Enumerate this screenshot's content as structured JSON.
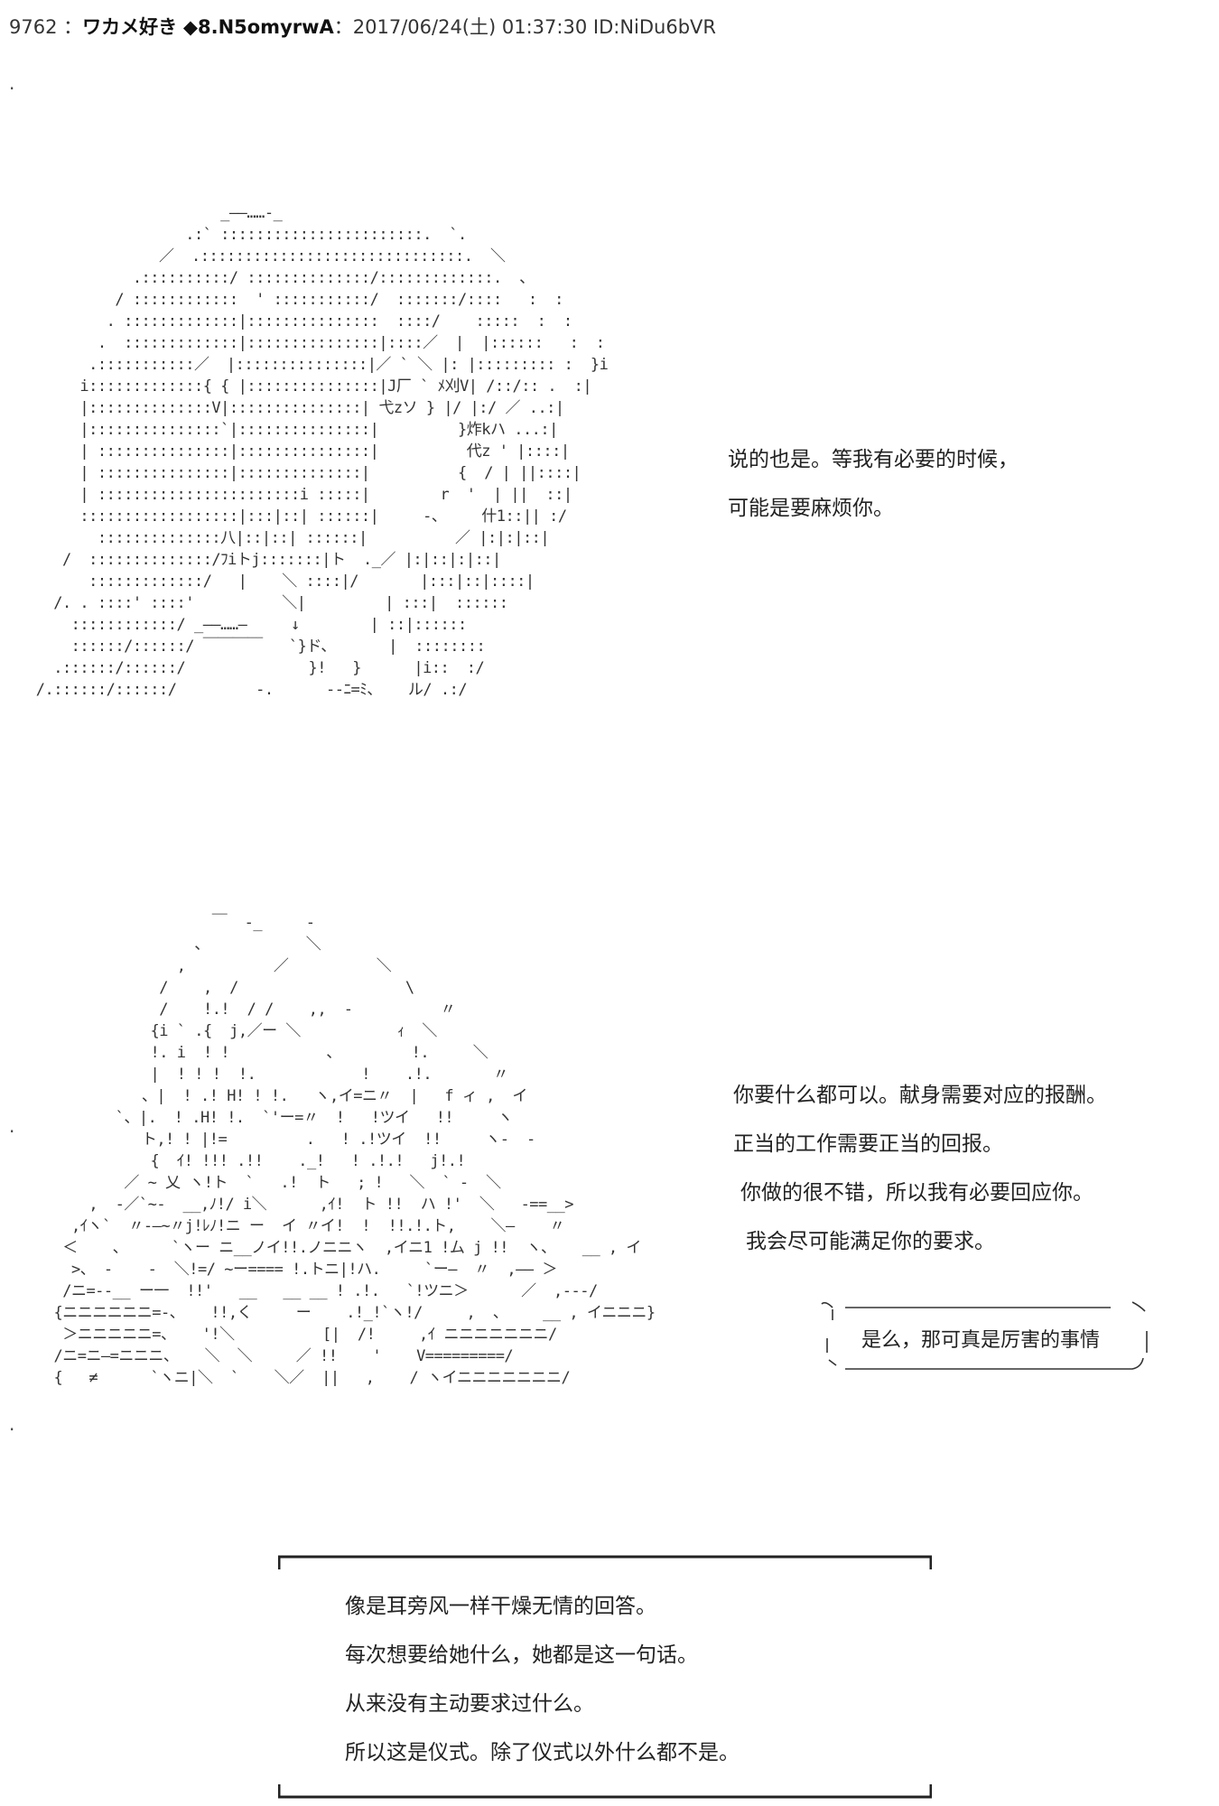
{
  "post": {
    "number": "9762",
    "name": "ワカメ好き",
    "trip": "◆8.N5omyrwA",
    "datetime": "2017/06/24(土) 01:37:30",
    "id": "ID:NiDu6bVR"
  },
  "dialog_1": [
    "说的也是。等我有必要的时候，",
    "可能是要麻烦你。"
  ],
  "dialog_2": [
    "你要什么都可以。献身需要对应的报酬。",
    "正当的工作需要正当的回报。",
    "你做的很不错，所以我有必要回应你。",
    "我会尽可能满足你的要求。"
  ],
  "reply_bubble": "是么，那可真是厉害的事情",
  "narration": [
    "像是耳旁风一样干燥无情的回答。",
    "每次想要给她什么，她都是这一句话。",
    "从来没有主动要求过什么。",
    "所以这是仪式。除了仪式以外什么都不是。"
  ],
  "ascii_art_1": "                      _——……-_\n                  .:` :::::::::::::::::::::::.  `.\n               ／  .::::::::::::::::::::::::::::::.  ＼\n            .::::::::::/ ::::::::::::::/:::::::::::::.  、\n          / ::::::::::::  ' :::::::::::/  :::::::/::::   :  :\n         . :::::::::::::|:::::::::::::::  ::::/    :::::  :  :\n        .  :::::::::::::|:::::::::::::::|::::／  |  |::::::   :  :\n       .:::::::::::／  |:::::::::::::::|／ ` ＼ |: |::::::::: :  }i\n      i:::::::::::::{ { |:::::::::::::::|J厂 ` ﾒ刈V| /::/:: .  :|\n      |::::::::::::::V|:::::::::::::::| 弋zソ } |/ |:/ ／ ..:|\n      |:::::::::::::::`|:::::::::::::::|         }炸kハ ...:|\n      | :::::::::::::::|:::::::::::::::|          代z ' |::::|\n      | :::::::::::::::|::::::::::::::|          {  / | ||::::|\n      | :::::::::::::::::::::::i :::::|        r  '  | ||  ::|\n      ::::::::::::::::::|:::|::| ::::::|     -、    什1::|| :/\n        ::::::::::::::八|::|::| ::::::|          ／ |:|:|::|\n    /  ::::::::::::::/ﾌiトj:::::::|ト  ._／ |:|::|:|::|\n       :::::::::::::/   |    ＼ ::::|/       |:::|::|::::|\n   /. . ::::' ::::'          ＼|         | :::|  ::::::\n     ::::::::::::/ _——……—     ↓        | ::|::::::\n     ::::::/::::::/ ￣￣￣￣   `}ド、      |  ::::::::\n   .::::::/::::::/              }!   }      |i::  :/\n /.::::::/::::::/         -.      --ﾆ=ﾐ、   ル/ .:/",
  "ascii_art_2": "                    ￣  -_     -\n                  、           ＼\n                ,          ／          ＼\n              /    ,  /                   \\\n              /    !.!  / /    ,,  -          〃\n             {i ` .{  j,／ー ＼           ｨ  ＼\n             !. i  ! !           、        !.     ＼\n             |  ! ! !  !.            !    .!.       〃\n            、|  ! .! H! ! !.   ヽ,イ=ニ〃  |   f ィ ,  イ\n         `、|.  ! .H! !.  `'ー=〃  !   !ツイ   !!     ヽ\n            ト,! ! |!=         .   ! .!ツイ  !!     ヽ-  -\n             {  ｲ! !!! .!!    ._!   ! .!.!   j!.!\n          ／ ~ 乂 ヽ!ト  `   .!  ト   ; !   ＼  ` -  ＼\n      ,  -／`~-  __,ﾉ!/ i＼      ,ｲ!  ト !!  ハ !'  ＼   -==__>\n    ,ｲヽ`  〃-—~〃j!ﾚﾉ!ニ ー  イ 〃イ!  !  !!.!.ト,    ＼―    〃\n   ＜    、     `ヽー ニ__ノイ!!.ノニニヽ  ,イニ1 !ム j !!  ヽ、   __ , イ\n    >、 -    -  ＼!=/ ~ー==== !.トニ|!ハ.     `ー—  〃  ,—— ＞\n   /ニ=--__ ー一  !!'   __   __ __ ! .!.   `!ツニ＞      ／  ,---/\n  {ニニニニニニ=-、   !!,く     ー    .!_!`ヽ!/     ,  、    __ , イニニニ}\n   ＞ニニニニニ=、   '!＼          [|  /!     ,ｲ ニニニニニニニ/\n  /ニ=ニ—=ニニニ、   ＼  ＼     ／ !!    '    V=========/\n  {   ≠      `ヽニ|＼  `    ＼／  ||   ,    / ヽイニニニニニニニ/"
}
